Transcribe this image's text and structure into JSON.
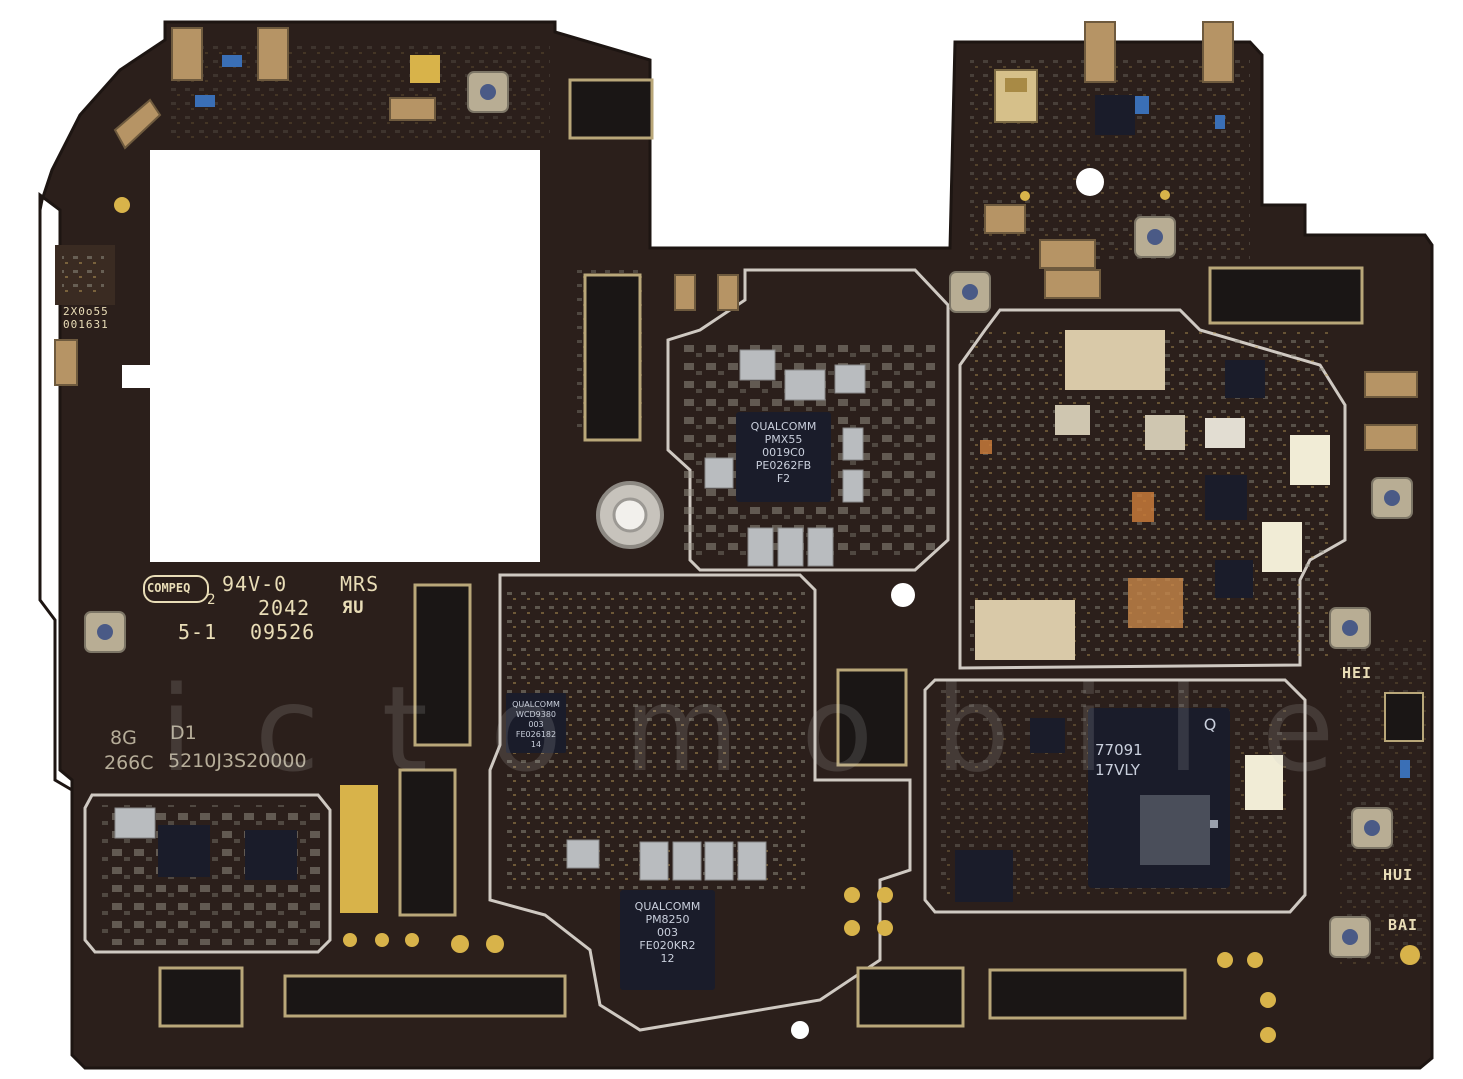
{
  "image": {
    "subject": "smartphone-motherboard",
    "colors": {
      "background": "#ffffff",
      "pcb": "#2b1f1b",
      "pcb_edge": "#1d1512",
      "shield_outline": "#cfc9c2",
      "silkscreen": "#e9ddb7",
      "gold": "#d8b34a",
      "chip": "#1a1c2a",
      "chip_text": "#c9cfdc"
    }
  },
  "silkscreen": {
    "code_top_left_1": "2X0o55",
    "code_top_left_2": "001631",
    "compeq_logo": "COMPEQ",
    "compeq_sub": "2",
    "rating": "94V-0",
    "mrs": "MRS",
    "year_code": "2042",
    "ul_mark": "ЯU",
    "rev": "5-1",
    "lot": "09526",
    "mem_size": "8G",
    "d1": "D1",
    "board_code": "266C",
    "serial": "5210J3S20000",
    "antenna_1": "HEI",
    "antenna_2": "HUI",
    "antenna_3": "BAI"
  },
  "chips": {
    "pmx55": {
      "text": "QUALCOMM\nPMX55\n0019C0\nPE0262FB\nF2"
    },
    "qm_small": {
      "text": "QUALCOMM\nWCD9380\n003\nFE026182\n14"
    },
    "pm8250": {
      "text": "QUALCOMM\nPM8250\n003\nFE020KR2\n12"
    },
    "big_q": {
      "text": "77091\n17VLY",
      "logo": "Q"
    }
  },
  "watermark": {
    "text": "ictomobile"
  }
}
